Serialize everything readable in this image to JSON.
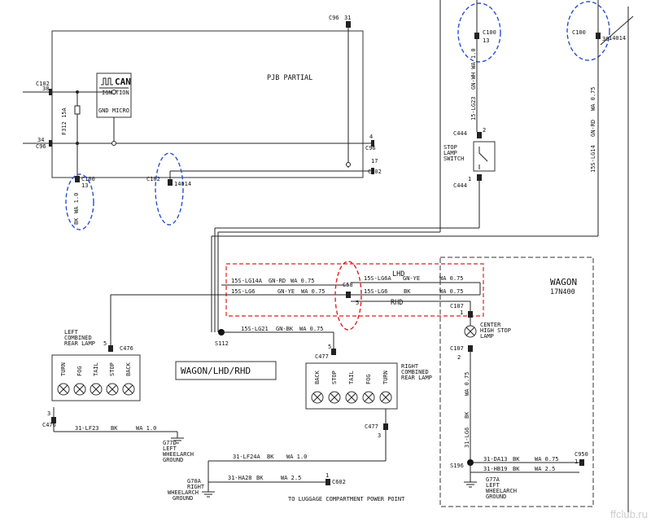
{
  "pjb": {
    "title": "PJB PARTIAL",
    "module_label": "CAN",
    "module_line1": "IGNITION",
    "module_line2": "GND MICRO",
    "fuse": "F312 15A",
    "c102": "C102",
    "c102_pin": "38",
    "c96": "C96",
    "c96_pin": "31",
    "c96b_pin": "4",
    "c102b": "C102",
    "c102b_pin": "17",
    "c96_left": "C96",
    "c96_left_pin": "34",
    "c100_left": "C100",
    "c100_left_pin": "13",
    "wire_left": "WA 1.0",
    "wire_left2": "BK",
    "c102_mid": "C102",
    "c102_mid_num": "14014"
  },
  "top_right": {
    "c100a": "C100",
    "c100a_pin": "13",
    "c100b": "C100",
    "c100b_num": "14014",
    "c100b_pin": "36",
    "wire_a": "GN-WH WA 1.0",
    "wire_b": "WA 0.75",
    "wire_b2": "GN-RD",
    "wire_lg23": "15-LG23",
    "wire_lg14": "15S-LG14",
    "c444a": "C444",
    "c444a_pin": "2",
    "c444b": "C444",
    "c444b_pin": "1",
    "switch_l1": "STOP",
    "switch_l2": "LAMP",
    "switch_l3": "SWITCH"
  },
  "middle": {
    "w1": "15S-LG14A",
    "w1c": "GN-RD",
    "w1g": "WA 0.75",
    "w2": "15S-LG6",
    "w2c": "GN-YE",
    "w2g": "WA 0.75",
    "c58": "C58",
    "c58_pin": "5",
    "lhd": "LHD",
    "rhd": "RHD",
    "w3": "15S-LG6A",
    "w3c": "GN-YE",
    "w3g": "WA 0.75",
    "w4": "15S-LG6",
    "w4c": "BK",
    "w4g": "WA 0.75",
    "w5": "15S-LG21",
    "w5c": "GN-BK",
    "w5g": "WA 0.75",
    "s112": "S112",
    "config": "WAGON/LHD/RHD"
  },
  "left_lamp": {
    "title1": "LEFT",
    "title2": "COMBINED",
    "title3": "REAR LAMP",
    "c476": "C476",
    "c476_pin": "5",
    "bulbs": [
      "TURN",
      "FOG",
      "TAIL",
      "STOP",
      "BACK"
    ],
    "c476b": "C476",
    "c476b_pin": "3",
    "wire": "31-LF23",
    "wire_c": "BK",
    "wire_g": "WA 1.0",
    "g77d": "G77D",
    "g_l1": "LEFT",
    "g_l2": "WHEELARCH",
    "g_l3": "GROUND"
  },
  "right_lamp": {
    "title1": "RIGHT",
    "title2": "COMBINED",
    "title3": "REAR LAMP",
    "c477": "C477",
    "c477_pin": "5",
    "bulbs": [
      "BACK",
      "STOP",
      "TAIL",
      "FOG",
      "TURN"
    ],
    "c477b": "C477",
    "c477b_pin": "3",
    "wire": "31-LF24A",
    "wire_c": "BK",
    "wire_g": "WA 1.0",
    "wire2": "31-HA28",
    "wire2_c": "BK",
    "wire2_g": "WA 2.5",
    "c602": "C602",
    "c602_pin": "1",
    "g70a": "G70A",
    "g_l1": "RIGHT",
    "g_l2": "WHEELARCH",
    "g_l3": "GROUND",
    "note": "TO LUGGAGE COMPARTMENT POWER POINT"
  },
  "wagon": {
    "title": "WAGON",
    "code": "17N400",
    "c107a": "C107",
    "c107a_pin": "1",
    "lamp_l1": "CENTER",
    "lamp_l2": "HIGH STOP",
    "lamp_l3": "LAMP",
    "c107b": "C107",
    "c107b_pin": "2",
    "wire_v": "WA 0.75",
    "wire_v2": "BK",
    "wire_v3": "31-LG6",
    "s196": "S196",
    "w1": "31-DA13",
    "w1c": "BK",
    "w1g": "WA 0.75",
    "w2": "31-HB19",
    "w2c": "BK",
    "w2g": "WA 2.5",
    "c950": "C950",
    "c950_pin": "1",
    "g77a": "G77A",
    "g_l1": "LEFT",
    "g_l2": "WHEELARCH",
    "g_l3": "GROUND"
  },
  "watermark": "ffclub.ru",
  "colors": {
    "highlight_blue": "#2a4fd0",
    "highlight_red": "#d22222"
  }
}
